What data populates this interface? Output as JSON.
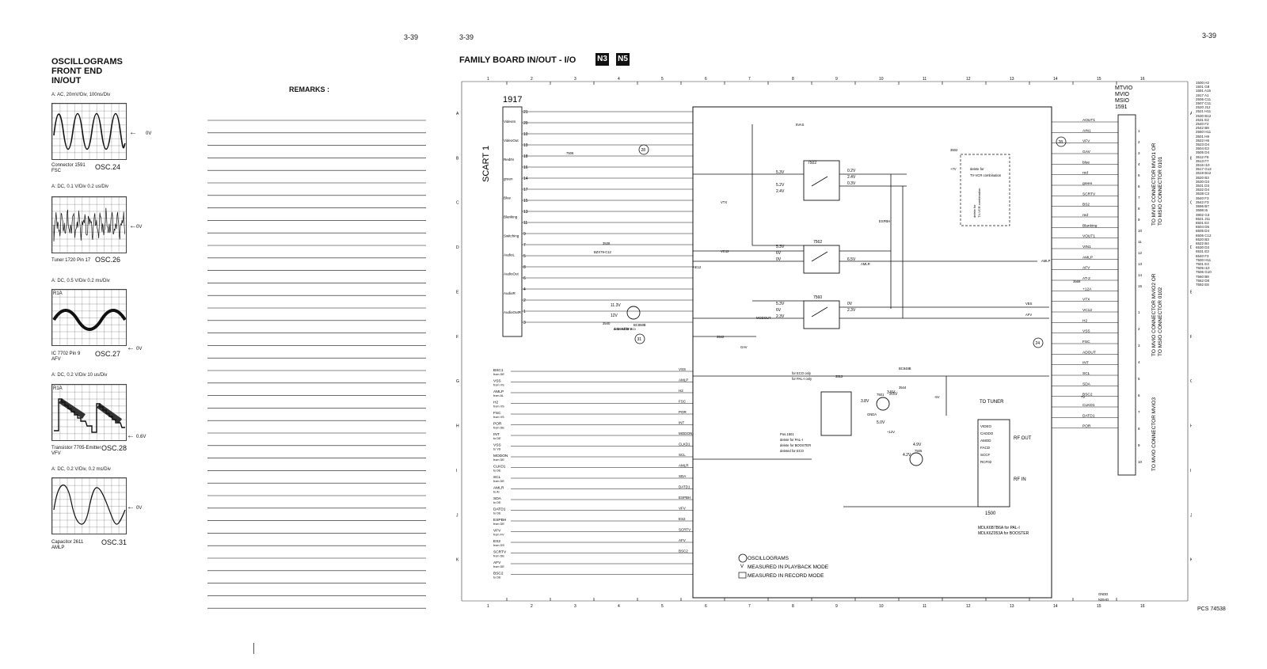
{
  "page_numbers": {
    "left": "3-39",
    "middle": "3-39",
    "right": "3-39"
  },
  "oscillograms": {
    "title_lines": [
      "OSCILLOGRAMS",
      "FRONT END",
      "IN/OUT"
    ],
    "items": [
      {
        "setting": "A: AC, 20mV/Div, 100ns/Div",
        "source_line1": "Connector 1591",
        "source_line2": "FSC",
        "id": "OSC.24",
        "ref_label": "0V",
        "channel": ""
      },
      {
        "setting": "A: DC, 0.1 V/Div 0.2 us/Div",
        "source_line1": "Tuner 1720   Pin 17",
        "source_line2": "",
        "id": "OSC.26",
        "ref_label": "0V",
        "channel": ""
      },
      {
        "setting": "A: DC, 0.5 V/Div 0.2 ms/Div",
        "source_line1": "IC 7702   Pin 9",
        "source_line2": "AFV",
        "id": "OSC.27",
        "ref_label": "0V",
        "channel": "R1A"
      },
      {
        "setting": "A: DC, 0.2 V/Div 10 us/Div",
        "source_line1": "Transistor 7705-Emitter",
        "source_line2": "VFV",
        "id": "OSC.28",
        "ref_label": "0.6V",
        "channel": "R1A"
      },
      {
        "setting": "A: DC, 0.2 V/Div, 0.2 ms/Div",
        "source_line1": "Capacitor 2611",
        "source_line2": "AMLP",
        "id": "OSC.31",
        "ref_label": "0V",
        "channel": ""
      }
    ]
  },
  "remarks": {
    "label": "REMARKS :"
  },
  "schematic": {
    "title": "FAMILY BOARD IN/OUT   - I/O",
    "badges": [
      "N3",
      "N5"
    ],
    "grid_columns": [
      "1",
      "2",
      "3",
      "4",
      "5",
      "6",
      "7",
      "8",
      "9",
      "10",
      "11",
      "12",
      "13",
      "14",
      "15",
      "16"
    ],
    "grid_rows": [
      "A",
      "B",
      "C",
      "D",
      "E",
      "F",
      "G",
      "H",
      "I",
      "J",
      "K"
    ],
    "scart": {
      "number": "1917",
      "name": "SCART 1",
      "pins": [
        "21",
        "20",
        "10",
        "19",
        "18",
        "16",
        "14",
        "17",
        "15",
        "13",
        "11",
        "9",
        "7",
        "5",
        "8",
        "6",
        "4",
        "2",
        "1",
        "3"
      ],
      "groups": [
        "VideoIn",
        "VideoOut",
        "RedIN",
        "green",
        "Blue",
        "Blanking",
        "Switching",
        "AudioL",
        "AudioOut",
        "AudioR",
        "AudioOutR"
      ]
    },
    "connector": {
      "lines": [
        "MTVIO",
        "MVIO",
        "MSIO",
        "1591"
      ]
    },
    "ics": [
      "7502",
      "7562",
      "7560",
      "1500"
    ],
    "tuner": {
      "label": "TO TUNER",
      "pins": [
        "VIDEO",
        "CADDO",
        "AMOD",
        "FACD",
        "SCCF",
        "RCF02"
      ],
      "part_line1": "MDLK6B7B6A for PAL-I",
      "part_line2": "MDLK6Z053A for BOOSTER",
      "rf_out": "RF OUT",
      "rf_in": "RF IN"
    },
    "right_signals": [
      "AOUT1",
      "AIN1",
      "VFV",
      "GAV",
      "blue",
      "red",
      "green",
      "SCRTV",
      "BS2",
      "red",
      "Blanking",
      "VOUT1",
      "VIN1",
      "AMLP",
      "AFV",
      "AT-2",
      "+12A",
      "VTX",
      "VC12",
      "H2",
      "VSS",
      "FSC",
      "ADOUT",
      "INT",
      "SCL",
      "SDA",
      "BSC2",
      "CLKD1",
      "DATD1",
      "POR"
    ],
    "left_signals": [
      "BSC1",
      "VSS",
      "AMLP",
      "H2",
      "FSC",
      "POR",
      "INT",
      "VSS",
      "MODON",
      "CLKD1",
      "SCL",
      "AMLR",
      "SDA",
      "DATD1",
      "ESPBH",
      "VFV",
      "ES2",
      "SCRTV",
      "AFV",
      "BSC2"
    ],
    "left_signal_sources": [
      "from DE",
      "from VS",
      "from AL",
      "from VS",
      "from VS",
      "from DE",
      "to DE",
      "to VS",
      "from DE",
      "to DE",
      "from DE",
      "to AI",
      "to DE",
      "to DE",
      "from DE",
      "from FV",
      "from DS",
      "from DE",
      "from DE",
      "to DE"
    ],
    "bottom_signals": [
      "VSS",
      "AMLP",
      "H2",
      "FSC",
      "POR",
      "INT",
      "MODON",
      "CLKD1",
      "SCL",
      "AMLR",
      "SDA",
      "DATD1",
      "ESPBH",
      "VFV",
      "ES2",
      "SCRTV",
      "AFV",
      "BSC2"
    ],
    "voltages": [
      "5.3V",
      "5.2V",
      "2.4V",
      "5.3V",
      "6V",
      "0V",
      "5.3V",
      "6V",
      "2.3V",
      "0.2V",
      "2.4V",
      "0.3V",
      "6.5V",
      "0V",
      "2.3V",
      "3.5V",
      "11.3V",
      "12V",
      "3.8V",
      "3.5V",
      "4.2V",
      "4.9V",
      "5.0V"
    ],
    "misc_labels": [
      "deleted for eco",
      "for ECO only",
      "for PAL-I only",
      "Pos.1501",
      "delete for PAL-I",
      "delete for BOOSTER",
      "deleted for ECO",
      "delete for",
      "TV-VCR combination",
      "+7V",
      "5VAS",
      "GNDA",
      "GAV",
      "VTX",
      "VC12",
      "AE12",
      "ESPBH",
      "AMLR",
      "VBS",
      "AFV",
      "AMLP",
      "MODOUT",
      "+12V",
      "BC848B",
      "BC858B",
      "7501",
      "7505",
      "7506",
      "BZX79-C12",
      "3538",
      "3540",
      "3542",
      "3544",
      "3512",
      "3502",
      "3569",
      "7V",
      "-5V",
      "GNDD",
      "N35-ID",
      "A.M. 9408-2"
    ],
    "osc_refs": [
      "28",
      "31",
      "24",
      "28"
    ],
    "legend": [
      "OSCILLOGRAMS",
      "MEASURED IN PLAYBACK MODE",
      "MEASURED IN RECORD MODE"
    ],
    "side_labels": [
      "TO MVIO CONNECTOR MVIO1 OR",
      "TO MSIO CONNECTOR 0101",
      "TO MVIO CONNECTOR MVIO2 OR",
      "TO MSIO CONNECTOR 0102",
      "TO MVIO CONNECTOR MVIO3"
    ]
  },
  "right_index": [
    "1500 H2",
    "1501 G8",
    "1591 A15",
    "1917 A1",
    "2506 C11",
    "2507 C11",
    "2520 J12",
    "2521 H11",
    "2530 B12",
    "2531 E2",
    "2540 F2",
    "2542 B8",
    "2550 H11",
    "3501 H9",
    "3522 H6",
    "3523 D4",
    "3504 E3",
    "3505 D4",
    "3512 F6",
    "3513 F7",
    "3516 I10",
    "3517 G12",
    "3519 B12",
    "3520 B3",
    "3530 D3",
    "3531 D3",
    "3532 D4",
    "3538 C3",
    "3540 F3",
    "3542 F3",
    "3596 B7",
    "3598 I6",
    "3902 G3",
    "5521 J11",
    "6501 E4",
    "6504 D5",
    "6505 D4",
    "6506 C12",
    "6520 B3",
    "6522 B4",
    "6530 D3",
    "6531 E3",
    "6540 F3",
    "7500 H11",
    "7501 E4",
    "7505 I10",
    "7506 G10",
    "7560 B8",
    "7562 D8",
    "7592 E8"
  ],
  "pcs_label": "PCS 74538"
}
